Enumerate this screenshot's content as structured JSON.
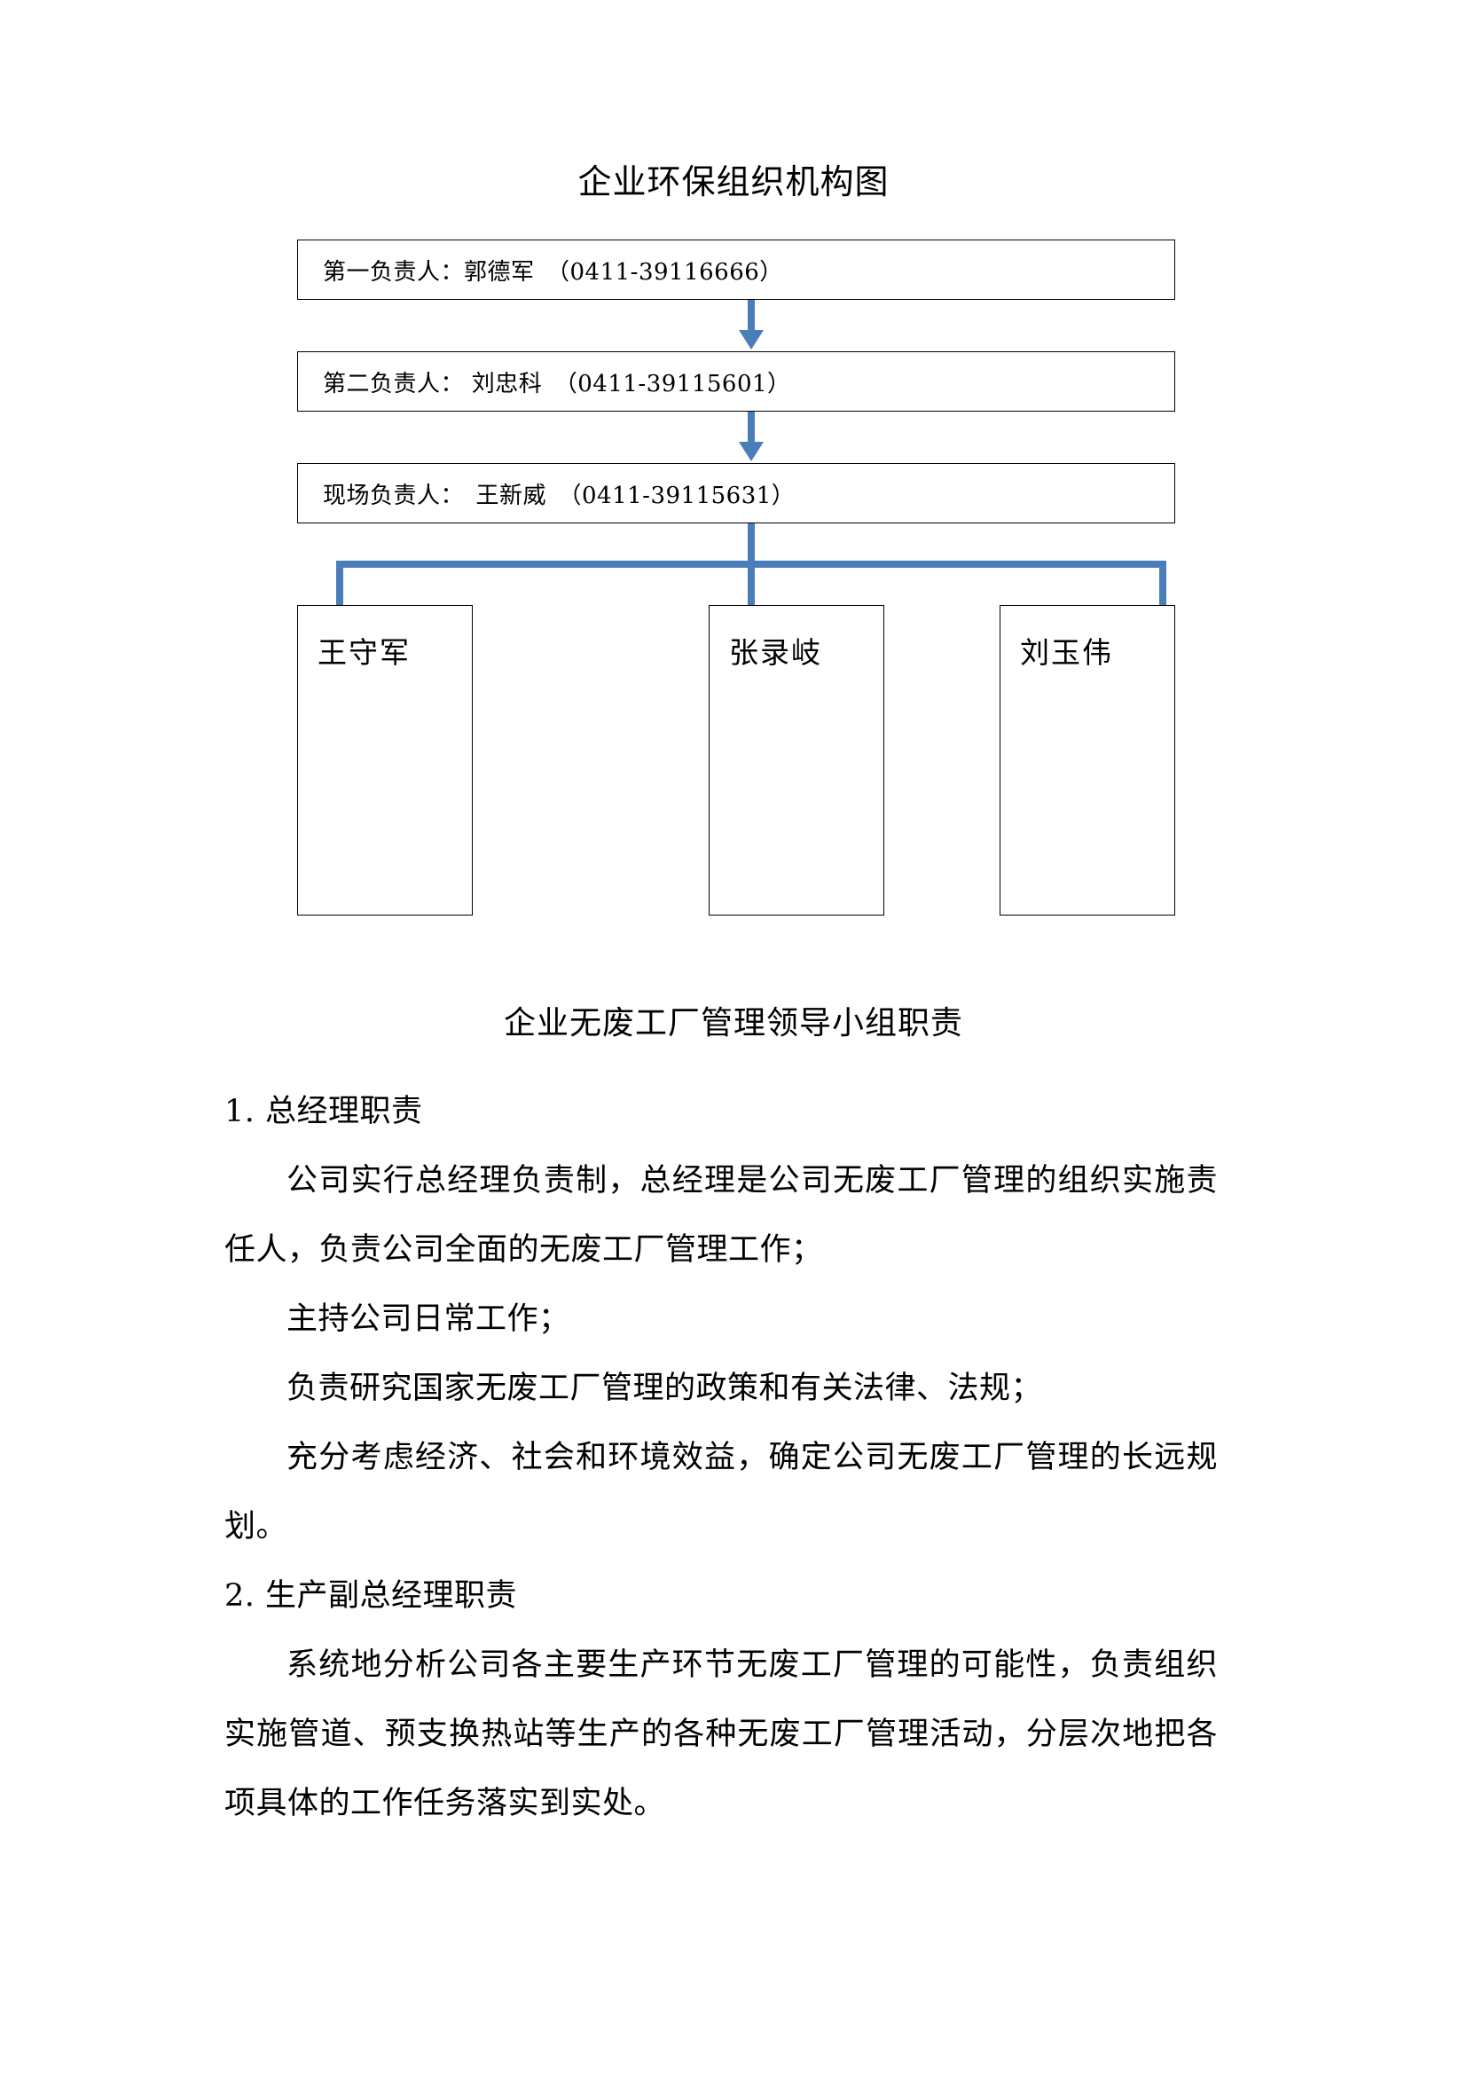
{
  "document": {
    "title": "企业环保组织机构图",
    "section_heading": "企业无废工厂管理领导小组职责"
  },
  "org_chart": {
    "levels": [
      {
        "role": "第一负责人：郭德军　（0411-39116666）",
        "name": "郭德军",
        "phone": "0411-39116666"
      },
      {
        "role": "第二负责人： 刘忠科　（0411-39115601）",
        "name": "刘忠科",
        "phone": "0411-39115601"
      },
      {
        "role": "现场负责人：　王新威　（0411-39115631）",
        "name": "王新威",
        "phone": "0411-39115631"
      }
    ],
    "members": [
      {
        "name": "王守军"
      },
      {
        "name": "张录岐"
      },
      {
        "name": "刘玉伟"
      }
    ],
    "connector_color": "#4a7ebb",
    "box_border_color": "#000000"
  },
  "sections": [
    {
      "heading": "1. 总经理职责",
      "paragraphs": [
        "公司实行总经理负责制，总经理是公司无废工厂管理的组织实施责任人，负责公司全面的无废工厂管理工作；",
        "主持公司日常工作；",
        "负责研究国家无废工厂管理的政策和有关法律、法规；",
        "充分考虑经济、社会和环境效益，确定公司无废工厂管理的长远规划。"
      ]
    },
    {
      "heading": "2. 生产副总经理职责",
      "paragraphs": [
        "系统地分析公司各主要生产环节无废工厂管理的可能性，负责组织实施管道、预支换热站等生产的各种无废工厂管理活动，分层次地把各项具体的工作任务落实到实处。"
      ]
    }
  ]
}
